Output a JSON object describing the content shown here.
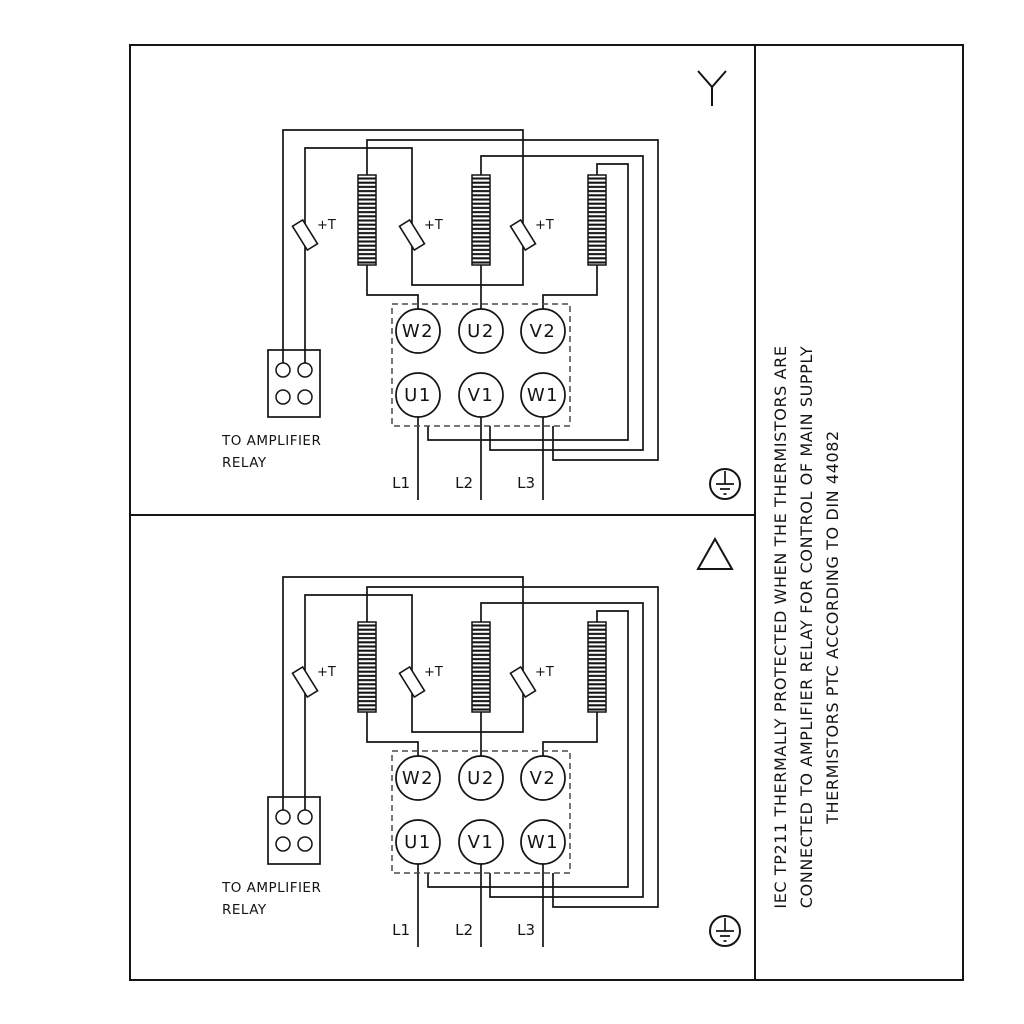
{
  "note": {
    "line1": "IEC TP211 THERMALLY PROTECTED WHEN THE THERMISTORS ARE",
    "line2": "CONNECTED TO AMPLIFIER RELAY FOR CONTROL OF MAIN SUPPLY",
    "line3": "THERMISTORS PTC ACCORDING TO DIN 44082"
  },
  "panels": [
    {
      "connection": "star",
      "thermistor_labels": [
        "+T",
        "+T",
        "+T"
      ],
      "terminal_labels_top": [
        "W2",
        "U2",
        "V2"
      ],
      "terminal_labels_bottom": [
        "U1",
        "V1",
        "W1"
      ],
      "relay_caption": [
        "TO AMPLIFIER",
        "RELAY"
      ],
      "supply_labels": [
        "L1",
        "L2",
        "L3"
      ]
    },
    {
      "connection": "delta",
      "thermistor_labels": [
        "+T",
        "+T",
        "+T"
      ],
      "terminal_labels_top": [
        "W2",
        "U2",
        "V2"
      ],
      "terminal_labels_bottom": [
        "U1",
        "V1",
        "W1"
      ],
      "relay_caption": [
        "TO AMPLIFIER",
        "RELAY"
      ],
      "supply_labels": [
        "L1",
        "L2",
        "L3"
      ]
    }
  ],
  "colors": {
    "ink": "#141414",
    "paper": "#ffffff"
  }
}
